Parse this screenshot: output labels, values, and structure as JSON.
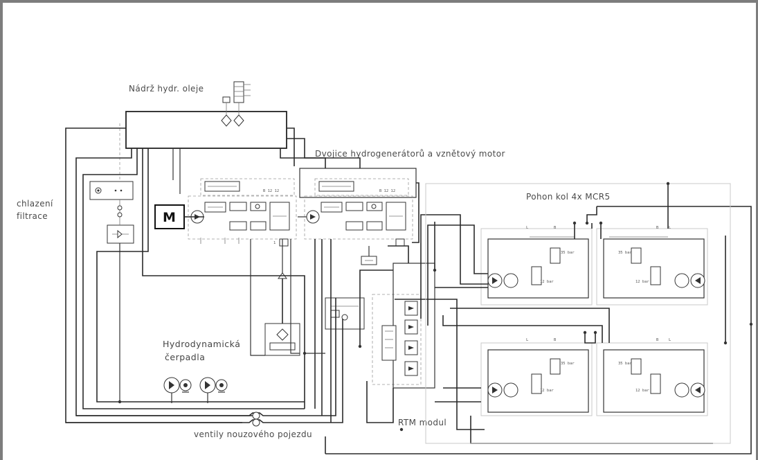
{
  "labels": {
    "tank": "Nádrž hydr. oleje",
    "generators": "Dvojice hydrogenerátorů a vznětový motor",
    "cooling_line1": "chlazení",
    "cooling_line2": "filtrace",
    "wheel_drive": "Pohon kol 4x MCR5",
    "hydrodynamic_line1": "Hydrodynamická",
    "hydrodynamic_line2": "čerpadla",
    "rtm": "RTM modul",
    "emergency_valves": "ventily nouzového pojezdu",
    "motor": "M"
  },
  "icons": [
    "motor-symbol",
    "pump-symbol",
    "valve-symbol",
    "accumulator-symbol",
    "wheel-motor-symbol",
    "filter-symbol"
  ],
  "colors": {
    "lines": "#2a2a2a",
    "border": "#7d7d7d",
    "background": "#ffffff"
  }
}
